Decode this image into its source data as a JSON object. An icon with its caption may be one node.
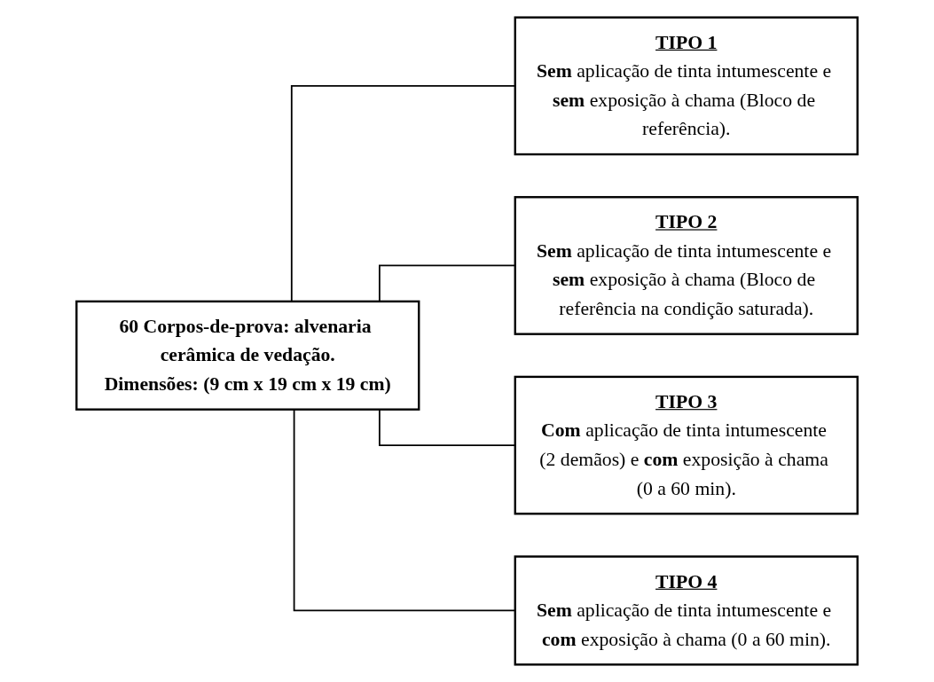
{
  "diagram": {
    "nodes": [
      {
        "text": [
          "60 Corpos-de-prova: alvenaria cerâmica de vedação.",
          "Dimensões: (9 cm x 19 cm x 19 cm)"
        ]
      },
      {
        "text": [
          "TIPO 1",
          "**Sem** aplicação de tinta intumescente e **sem** exposição à chama (Bloco de referência)."
        ]
      },
      {
        "text": [
          "TIPO 2",
          "**Sem** aplicação de tinta intumescente e **sem** exposição à chama (Bloco de referência na condição saturada)."
        ]
      },
      {
        "text": [
          "TIPO 3",
          "**Com** aplicação de tinta intumescente (2 demãos) e **com** exposição à chama (0 a 60 min)."
        ]
      },
      {
        "text": [
          "TIPO 4",
          "**Sem** aplicação de tinta intumescente e **com** exposição à chama (0 a 60 min)."
        ]
      }
    ],
    "edges": [
      {
        "from": 0,
        "to": 1,
        "arrow": "none"
      },
      {
        "from": 0,
        "to": 2,
        "arrow": "none"
      },
      {
        "from": 0,
        "to": 3,
        "arrow": "none"
      },
      {
        "from": 0,
        "to": 4,
        "arrow": "none"
      }
    ]
  }
}
